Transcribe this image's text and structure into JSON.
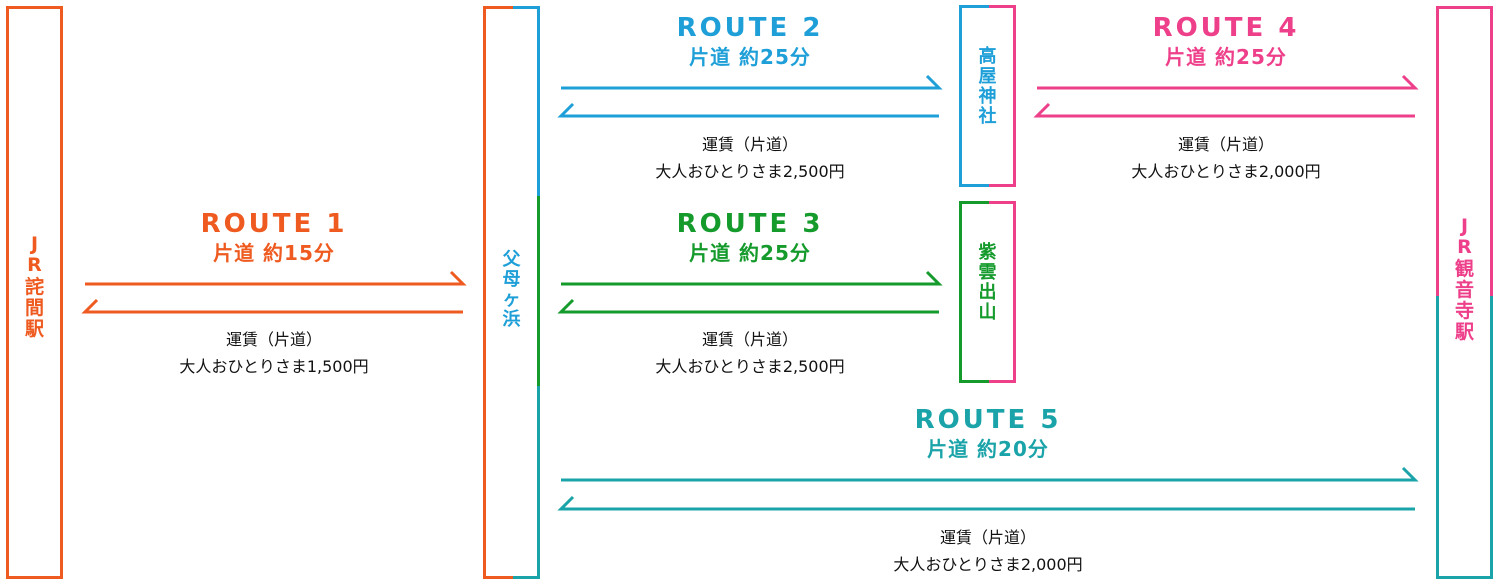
{
  "colors": {
    "route1": "#ee5a1f",
    "route2": "#1e9fd8",
    "route3": "#159a2c",
    "route4": "#ee3f8a",
    "route5": "#1aa3a8"
  },
  "stations": {
    "takuma": [
      "J",
      "R",
      "詫",
      "間",
      "駅"
    ],
    "chichibugahama": [
      "父",
      "母",
      "ヶ",
      "浜"
    ],
    "takaya": [
      "高",
      "屋",
      "神",
      "社"
    ],
    "shiunde": [
      "紫",
      "雲",
      "出",
      "山"
    ],
    "kanonji": [
      "J",
      "R",
      "観",
      "音",
      "寺",
      "駅"
    ]
  },
  "routes": [
    {
      "name": "ROUTE 1",
      "time": "片道 約15分",
      "fare_label": "運賃（片道）",
      "fare_value": "大人おひとりさま1,500円"
    },
    {
      "name": "ROUTE 2",
      "time": "片道 約25分",
      "fare_label": "運賃（片道）",
      "fare_value": "大人おひとりさま2,500円"
    },
    {
      "name": "ROUTE 3",
      "time": "片道 約25分",
      "fare_label": "運賃（片道）",
      "fare_value": "大人おひとりさま2,500円"
    },
    {
      "name": "ROUTE 4",
      "time": "片道 約25分",
      "fare_label": "運賃（片道）",
      "fare_value": "大人おひとりさま2,000円"
    },
    {
      "name": "ROUTE 5",
      "time": "片道 約20分",
      "fare_label": "運賃（片道）",
      "fare_value": "大人おひとりさま2,000円"
    }
  ]
}
